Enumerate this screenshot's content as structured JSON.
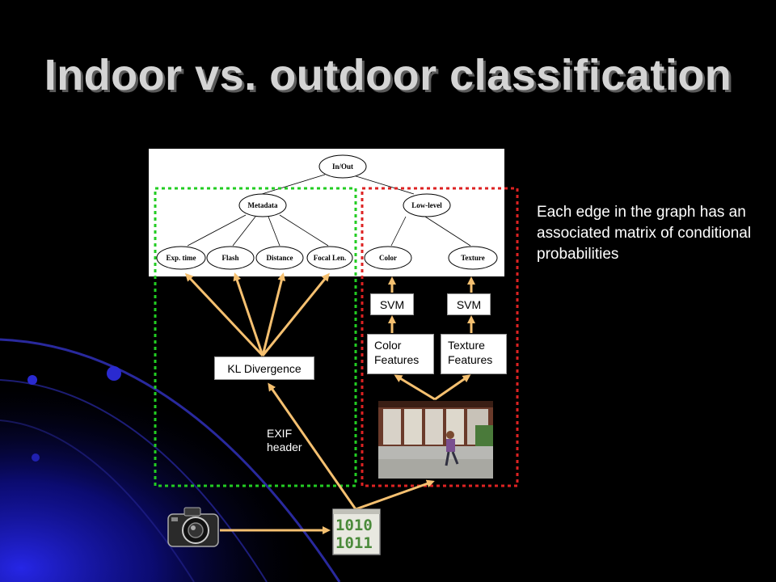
{
  "slide": {
    "title": "Indoor vs. outdoor classification",
    "side_note": "Each edge in the graph has an associated matrix of conditional probabilities"
  },
  "network": {
    "root": "In/Out",
    "metadata": "Metadata",
    "lowlevel": "Low-level",
    "meta_leaves": [
      "Exp. time",
      "Flash",
      "Distance",
      "Focal Len."
    ],
    "low_leaves": [
      "Color",
      "Texture"
    ]
  },
  "pipeline": {
    "svm_left": "SVM",
    "svm_right": "SVM",
    "color_features": "Color\nFeatures",
    "texture_features": "Texture\nFeatures",
    "kl_divergence": "KL Divergence",
    "exif_header": "EXIF\nheader",
    "binary_rows": [
      "1010",
      "1011"
    ]
  },
  "colors": {
    "arrow": "#f5c070",
    "green_box": "#22cc22",
    "red_box": "#dd2222",
    "title": "#d4d4d4",
    "background_accent": "#1a1aa0"
  }
}
